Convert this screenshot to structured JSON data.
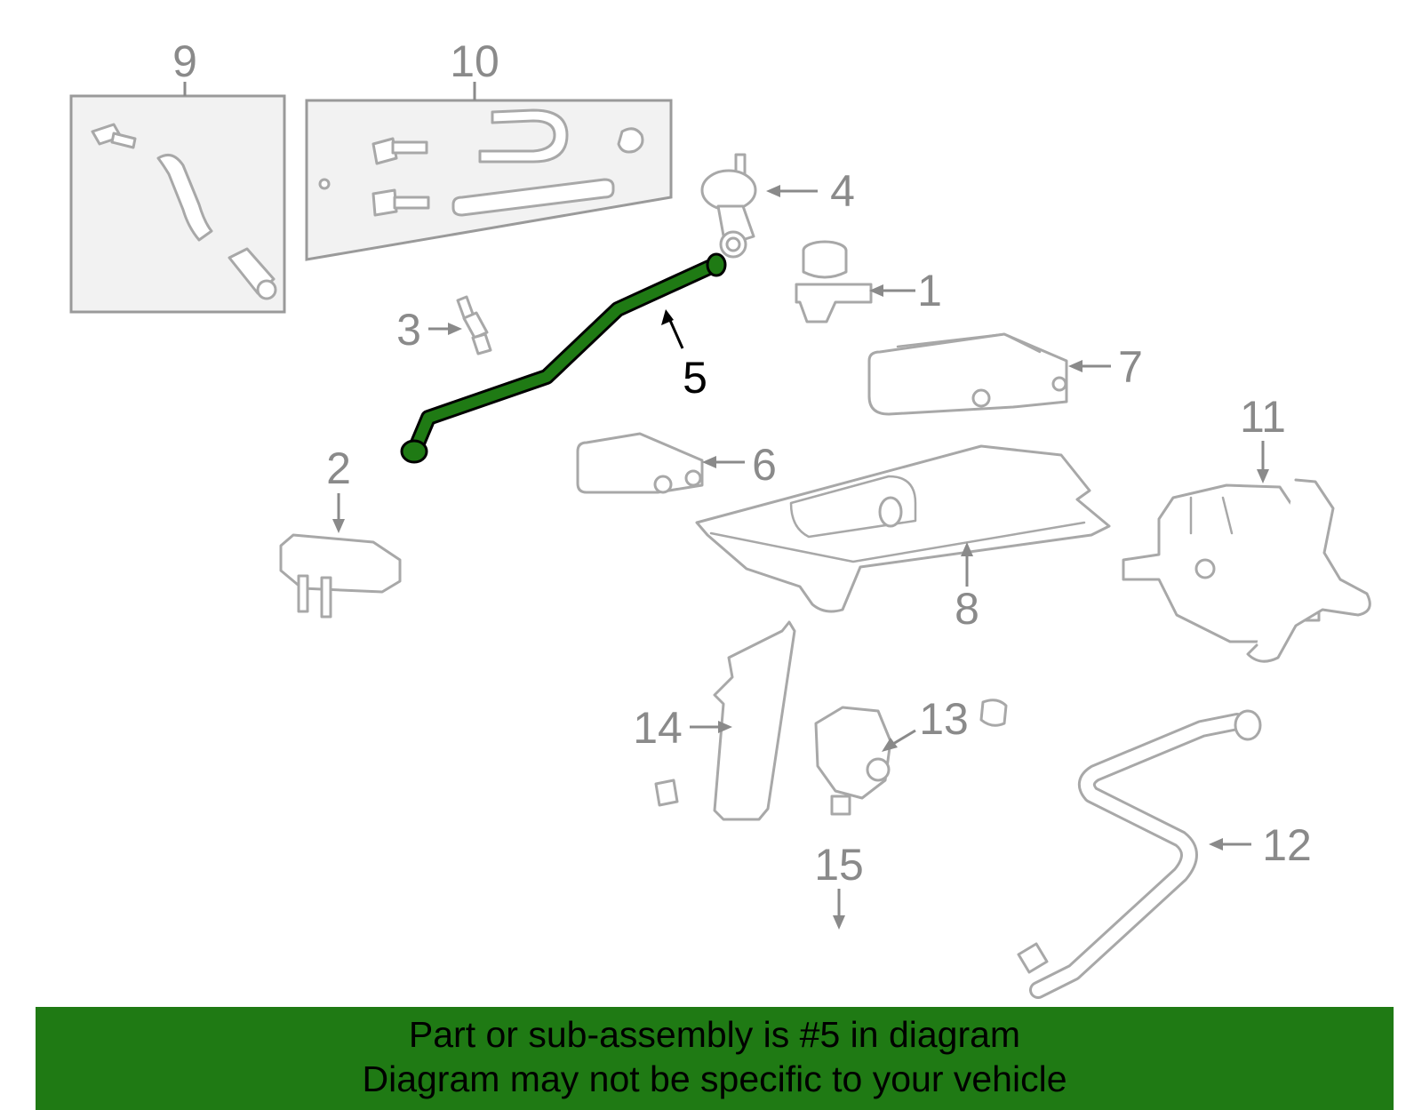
{
  "diagram": {
    "highlight_color": "#1f7a14",
    "callouts": {
      "c1": "1",
      "c2": "2",
      "c3": "3",
      "c4": "4",
      "c5": "5",
      "c6": "6",
      "c7": "7",
      "c8": "8",
      "c9": "9",
      "c10": "10",
      "c11": "11",
      "c12": "12",
      "c13": "13",
      "c14": "14",
      "c15": "15"
    },
    "highlighted_part": "5"
  },
  "banner": {
    "line1": "Part or sub-assembly is #5 in diagram",
    "line2": "Diagram may not be specific to your vehicle",
    "background": "#1f7a14"
  }
}
